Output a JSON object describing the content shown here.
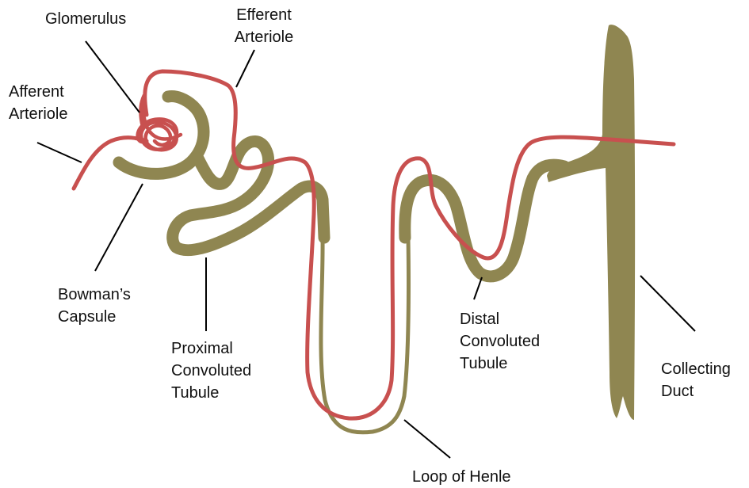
{
  "labels": {
    "glomerulus": [
      "Glomerulus"
    ],
    "efferent_arteriole": [
      "Efferent",
      "Arteriole"
    ],
    "afferent_arteriole": [
      "Afferent",
      "Arteriole"
    ],
    "bowmans_capsule": [
      "Bowman’s",
      "Capsule"
    ],
    "proximal_tubule": [
      "Proximal",
      "Convoluted",
      "Tubule"
    ],
    "distal_tubule": [
      "Distal",
      "Convoluted",
      "Tubule"
    ],
    "collecting_duct": [
      "Collecting",
      "Duct"
    ],
    "loop_of_henle": [
      "Loop of Henle"
    ]
  },
  "colors": {
    "tubule": "#8f8651",
    "vessel": "#c8504f",
    "leader": "#000000",
    "text": "#111111"
  }
}
